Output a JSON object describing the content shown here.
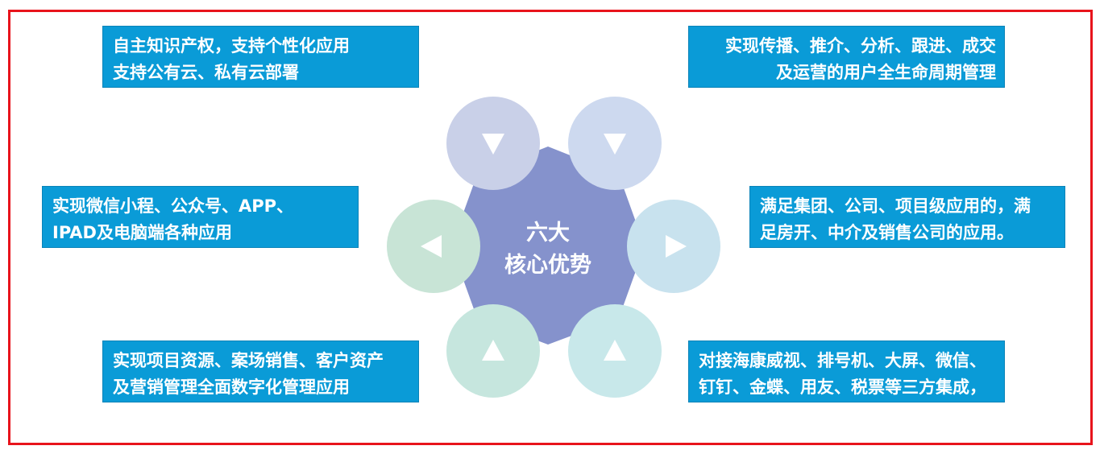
{
  "center": {
    "line1": "六大",
    "line2": "核心优势"
  },
  "boxes": {
    "top_left": {
      "line1": "自主知识产权，支持个性化应用",
      "line2": "支持公有云、私有云部署"
    },
    "top_right": {
      "line1": "实现传播、推介、分析、跟进、成交",
      "line2": "及运营的用户全生命周期管理"
    },
    "middle_left": {
      "line1": "实现微信小程、公众号、APP、",
      "line2": "IPAD及电脑端各种应用"
    },
    "middle_right": {
      "line1": "满足集团、公司、项目级应用的，满",
      "line2": "足房开、中介及销售公司的应用。"
    },
    "bottom_left": {
      "line1": "实现项目资源、案场销售、客户资产",
      "line2": "及营销管理全面数字化管理应用"
    },
    "bottom_right": {
      "line1": "对接海康威视、排号机、大屏、微信、",
      "line2": "钉钉、金蝶、用友、税票等三方集成，"
    }
  },
  "colors": {
    "frame": "#e8141c",
    "box_fill": "#0a9bd7",
    "hexagon": "#8592cc",
    "circle_top_left": "#c9d0e8",
    "circle_top_right": "#cdd9ef",
    "circle_right": "#c8e2ee",
    "circle_bottom_right": "#c8e8ea",
    "circle_bottom_left": "#c6e6de",
    "circle_left": "#c8e4d6"
  }
}
